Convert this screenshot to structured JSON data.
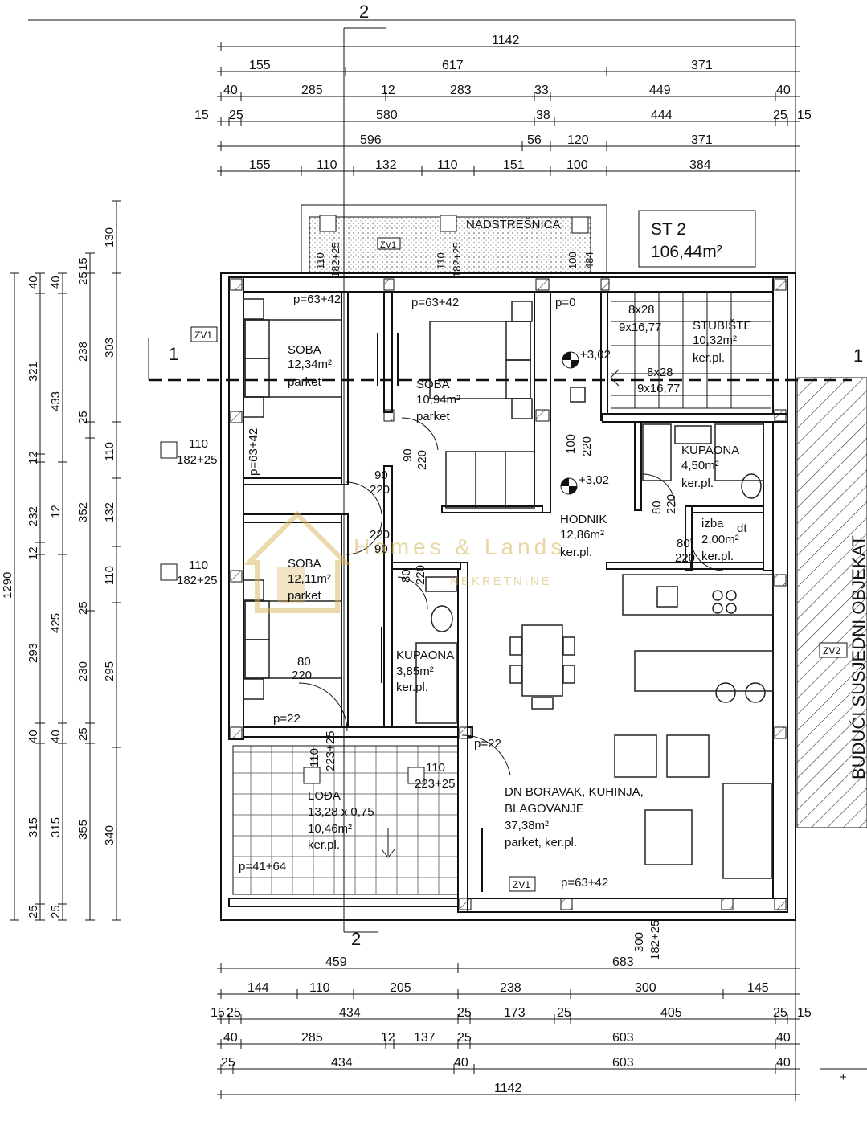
{
  "stamp": {
    "unit": "ST 2",
    "area": "106,44m²"
  },
  "section_marks": {
    "a": "1",
    "b": "2"
  },
  "dims_top": {
    "row1": [
      "1142"
    ],
    "row2": [
      "155",
      "617",
      "371"
    ],
    "row3": [
      "40",
      "285",
      "12",
      "283",
      "33",
      "449",
      "40"
    ],
    "row4": [
      "15",
      "25",
      "580",
      "38",
      "444",
      "25",
      "15"
    ],
    "row5": [
      "596",
      "56",
      "120",
      "371"
    ],
    "row6": [
      "155",
      "110",
      "132",
      "110",
      "151",
      "100",
      "384"
    ]
  },
  "dims_bottom": {
    "row1": [
      "459",
      "683"
    ],
    "row2": [
      "144",
      "110",
      "205",
      "238",
      "300",
      "145"
    ],
    "row3": [
      "15",
      "25",
      "434",
      "25",
      "173",
      "25",
      "405",
      "25",
      "15"
    ],
    "row4": [
      "40",
      "285",
      "12",
      "137",
      "25",
      "603",
      "40"
    ],
    "row5": [
      "25",
      "434",
      "40",
      "603",
      "40"
    ],
    "row6": [
      "1142"
    ]
  },
  "dims_left": {
    "col1": [
      "1290"
    ],
    "col2": [
      "40",
      "321",
      "12",
      "232",
      "12",
      "293",
      "40",
      "315",
      "25"
    ],
    "col3": [
      "40",
      "433",
      "12",
      "425",
      "40",
      "315",
      "25"
    ],
    "col4": [
      "25",
      "15",
      "238",
      "25",
      "352",
      "25",
      "230",
      "25",
      "355"
    ],
    "col5": [
      "130",
      "303",
      "110",
      "132",
      "110",
      "295",
      "340"
    ]
  },
  "rooms": {
    "soba1": {
      "name": "SOBA",
      "area": "12,34m²",
      "floor": "parket"
    },
    "soba2": {
      "name": "SOBA",
      "area": "10,94m²",
      "floor": "parket"
    },
    "soba3": {
      "name": "SOBA",
      "area": "12,11m²",
      "floor": "parket"
    },
    "stubiste": {
      "name": "STUBIŠTE",
      "area": "10,32m²",
      "floor": "ker.pl."
    },
    "kupaona1": {
      "name": "KUPAONA",
      "area": "4,50m²",
      "floor": "ker.pl."
    },
    "izba": {
      "name": "izba",
      "area": "2,00m²",
      "floor": "ker.pl.",
      "extra": "dt"
    },
    "hodnik": {
      "name": "HODNIK",
      "area": "12,86m²",
      "floor": "ker.pl."
    },
    "kupaona2": {
      "name": "KUPAONA",
      "area": "3,85m²",
      "floor": "ker.pl."
    },
    "dnevni": {
      "name1": "DN BORAVAK, KUHINJA,",
      "name2": "BLAGOVANJE",
      "area": "37,38m²",
      "floor": "parket, ker.pl."
    },
    "loda": {
      "name": "LOĐA",
      "size": "13,28 x 0,75",
      "area": "10,46m²",
      "floor": "ker.pl."
    },
    "nadstresnica": {
      "name": "NADSTREŠNICA"
    }
  },
  "stairs": {
    "upper": [
      "8x28",
      "9x16,77"
    ],
    "lower": [
      "8x28",
      "9x16,77"
    ]
  },
  "levels": {
    "a": "+3,02",
    "b": "+3,02"
  },
  "windows": {
    "p1": "p=63+42",
    "p2": "p=63+42",
    "p3": "p=0",
    "p4": "p=63+42",
    "p5": "p=22",
    "p6": "p=22",
    "p7": "p=41+64",
    "p8": "p=63+42",
    "w110": "110",
    "w182": "182+25",
    "w100": "100",
    "w484": "484",
    "w223": "223+25",
    "w300": "300"
  },
  "doors": {
    "d90": "90",
    "d220": "220",
    "d80": "80"
  },
  "tags": {
    "zv1": "ZV1",
    "zv2": "ZV2"
  },
  "neighbor": {
    "label": "BUDUĆI SUSJEDNI OBJEKAT"
  },
  "watermark": {
    "brand": "Homes & Lands",
    "sub": "NEKRETNINE"
  }
}
